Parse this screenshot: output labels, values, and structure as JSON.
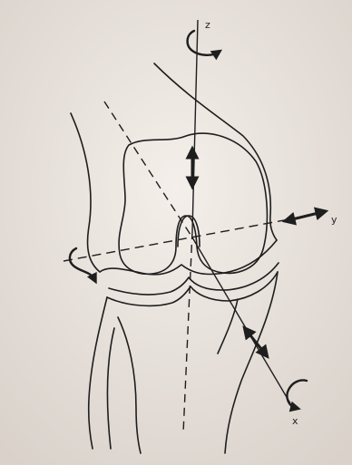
{
  "figure": {
    "type": "knee-joint-axes-diagram",
    "axes": [
      {
        "id": "z",
        "label": "z"
      },
      {
        "id": "y",
        "label": "y"
      },
      {
        "id": "x",
        "label": "x"
      }
    ],
    "colors": {
      "paper": "#efe9e4",
      "ink": "#1e1e1e"
    }
  }
}
